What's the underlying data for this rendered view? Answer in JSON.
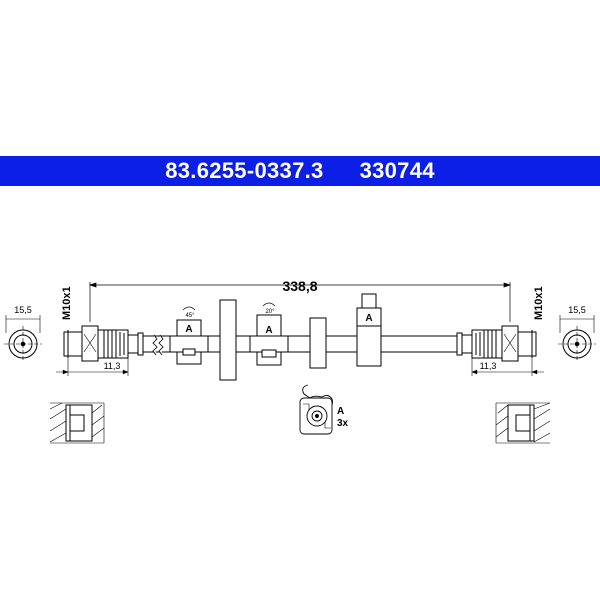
{
  "header": {
    "part_number": "83.6255-0337.3",
    "article_number": "330744",
    "colors": {
      "banner": "#0b1fe6",
      "banner_text": "#ffffff"
    }
  },
  "drawing": {
    "overall_length": "338,8",
    "thread_left": "M10x1",
    "thread_right": "M10x1",
    "fitting_dia_left": "15,5",
    "fitting_dia_right": "15,5",
    "fitting_len_left": "11,3",
    "fitting_len_right": "11,3",
    "clip_label": "A",
    "clip_angle_1": "45°",
    "clip_angle_2": "20°",
    "detail_label": "A",
    "detail_qty": "3x"
  }
}
